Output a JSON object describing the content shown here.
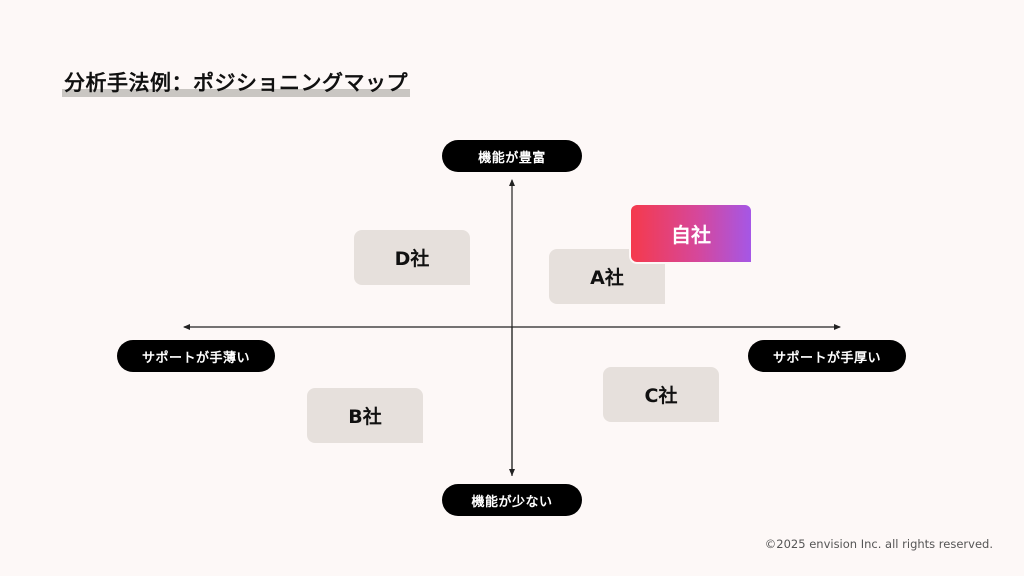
{
  "slide": {
    "title": "分析手法例：ポジショニングマップ",
    "footer": "©2025 envision Inc. all rights reserved."
  },
  "axes": {
    "top_label": "機能が豊富",
    "bottom_label": "機能が少ない",
    "left_label": "サポートが手薄い",
    "right_label": "サポートが手厚い"
  },
  "companies": [
    {
      "label": "自社",
      "quadrant": "top-right",
      "highlight": true
    },
    {
      "label": "A社",
      "quadrant": "top-right",
      "highlight": false
    },
    {
      "label": "D社",
      "quadrant": "top-left",
      "highlight": false
    },
    {
      "label": "B社",
      "quadrant": "bottom-left",
      "highlight": false
    },
    {
      "label": "C社",
      "quadrant": "bottom-right",
      "highlight": false
    }
  ],
  "colors": {
    "background": "#fdf8f7",
    "pill": "#000000",
    "box": "#e6e0dc",
    "self_gradient_start": "#f53a4c",
    "self_gradient_end": "#a557e6"
  }
}
